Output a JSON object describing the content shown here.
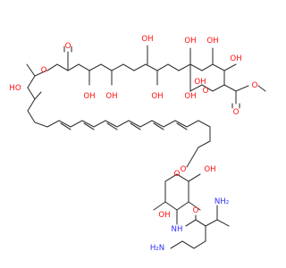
{
  "molecule": {
    "atoms": [
      {
        "id": "o_ester_ring",
        "text": "O",
        "kind": "O"
      },
      {
        "id": "o_carbonyl_ring",
        "text": "O",
        "kind": "O"
      },
      {
        "id": "oh_side",
        "text": "HO",
        "kind": "O"
      },
      {
        "id": "oh_1",
        "text": "OH",
        "kind": "O"
      },
      {
        "id": "oh_2",
        "text": "OH",
        "kind": "O"
      },
      {
        "id": "oh_3",
        "text": "OH",
        "kind": "O"
      },
      {
        "id": "oh_4",
        "text": "OH",
        "kind": "O"
      },
      {
        "id": "oh_5",
        "text": "OH",
        "kind": "O"
      },
      {
        "id": "oh_6",
        "text": "OH",
        "kind": "O"
      },
      {
        "id": "oh_7",
        "text": "OH",
        "kind": "O"
      },
      {
        "id": "oh_hemiketal",
        "text": "OH",
        "kind": "O"
      },
      {
        "id": "oh_pyran",
        "text": "OH",
        "kind": "O"
      },
      {
        "id": "o_pyran_ring",
        "text": "O",
        "kind": "O"
      },
      {
        "id": "o_methyl_ester_carbonyl",
        "text": "O",
        "kind": "O"
      },
      {
        "id": "o_methyl_ester",
        "text": "O",
        "kind": "O"
      },
      {
        "id": "o_glycoside",
        "text": "O",
        "kind": "O"
      },
      {
        "id": "o_sugar_ring",
        "text": "O",
        "kind": "O"
      },
      {
        "id": "oh_sugar_a",
        "text": "OH",
        "kind": "O"
      },
      {
        "id": "oh_sugar_b",
        "text": "OH",
        "kind": "O"
      },
      {
        "id": "nh_amide",
        "text": "NH",
        "kind": "N"
      },
      {
        "id": "o_amide",
        "text": "O",
        "kind": "O"
      },
      {
        "id": "nh2_alpha",
        "text": "NH₂",
        "kind": "N"
      },
      {
        "id": "nh2_terminal",
        "text": "H₂N",
        "kind": "N"
      }
    ],
    "colors": {
      "carbon_bond": "#303030",
      "oxygen": "#ff0d0d",
      "nitrogen": "#2f2fff",
      "background": "#ffffff"
    }
  }
}
